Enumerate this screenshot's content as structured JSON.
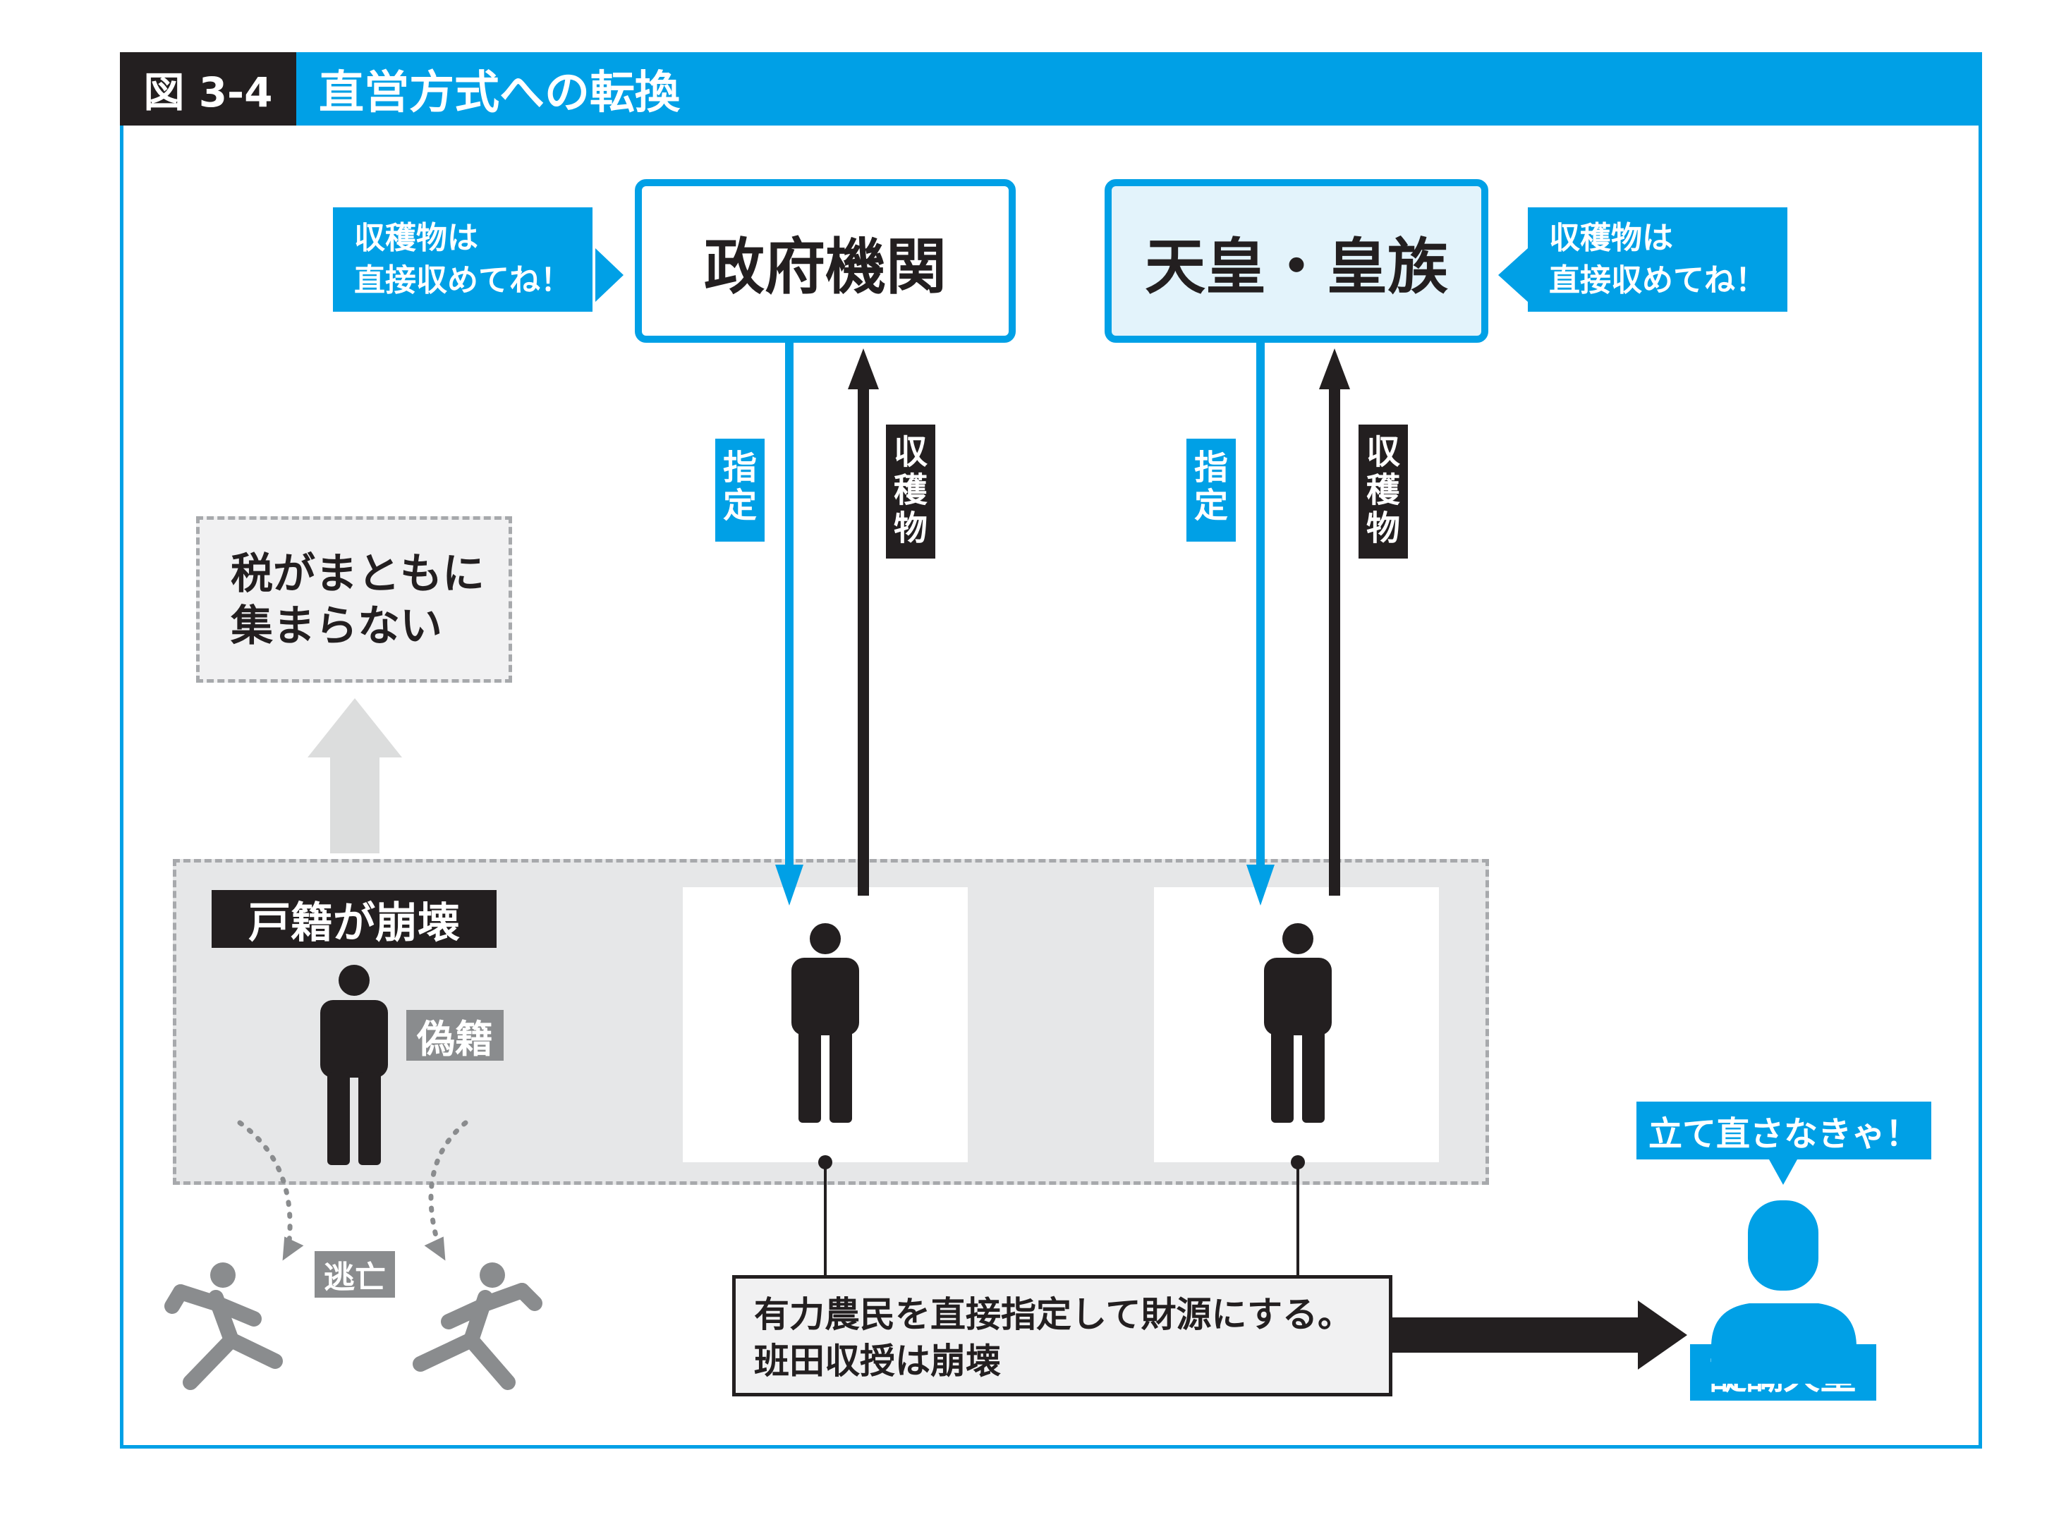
{
  "header": {
    "figure_tag": "図 3-4",
    "title": "直営方式への転換"
  },
  "entities": {
    "government": "政府機関",
    "imperial": "天皇・皇族"
  },
  "callouts": {
    "left": [
      "収穫物は",
      "直接収めてね！"
    ],
    "right": [
      "収穫物は",
      "直接収めてね！"
    ]
  },
  "flows": {
    "designate": [
      "指",
      "定"
    ],
    "harvest": [
      "収",
      "穫",
      "物"
    ]
  },
  "tax_box": [
    "税がまともに",
    "集まらない"
  ],
  "registry": {
    "collapse_label": "戸籍が崩壊",
    "forgery_label": "偽籍",
    "escape_label": "逃亡"
  },
  "note": [
    "有力農民を直接指定して財源にする。",
    "班田収授は崩壊"
  ],
  "emperor": {
    "speech": "立て直さなきゃ！",
    "name": "醍醐天皇"
  },
  "colors": {
    "accent": "#00a0e6",
    "dark": "#231f20",
    "gray": "#8a8c8e",
    "light_gray": "#e6e7e8"
  }
}
